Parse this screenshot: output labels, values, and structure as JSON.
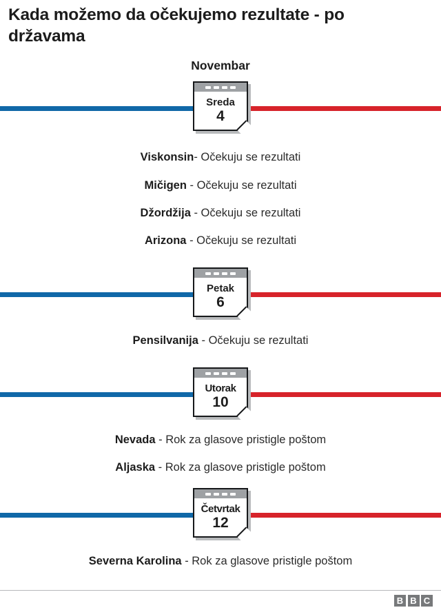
{
  "title": "Kada možemo da očekujemo rezultate - po državama",
  "month_label": "Novembar",
  "colors": {
    "rail_blue": "#1068a8",
    "rail_red": "#d7232a",
    "card_border": "#16181a",
    "card_bar": "#9ea1a4",
    "bbc_gray": "#77797b"
  },
  "sections": [
    {
      "card": {
        "day": "Sreda",
        "number": "4"
      },
      "events": [
        {
          "state": "Viskonsin",
          "desc": "- Očekuju se rezultati"
        },
        {
          "state": "Mičigen",
          "desc": "- Očekuju se rezultati"
        },
        {
          "state": "Džordžija",
          "desc": "- Očekuju se rezultati"
        },
        {
          "state": "Arizona",
          "desc": "- Očekuju se rezultati"
        }
      ]
    },
    {
      "card": {
        "day": "Petak",
        "number": "6"
      },
      "events": [
        {
          "state": "Pensilvanija",
          "desc": "- Očekuju se rezultati"
        }
      ]
    },
    {
      "card": {
        "day": "Utorak",
        "number": "10"
      },
      "events": [
        {
          "state": "Nevada",
          "desc": "- Rok za glasove pristigle poštom"
        },
        {
          "state": "Aljaska",
          "desc": "- Rok za glasove pristigle poštom"
        }
      ]
    },
    {
      "card": {
        "day": "Četvrtak",
        "number": "12"
      },
      "events": [
        {
          "state": "Severna Karolina",
          "desc": "- Rok za glasove pristigle poštom"
        }
      ]
    }
  ],
  "footer": {
    "logo_letters": [
      "B",
      "B",
      "C"
    ]
  }
}
